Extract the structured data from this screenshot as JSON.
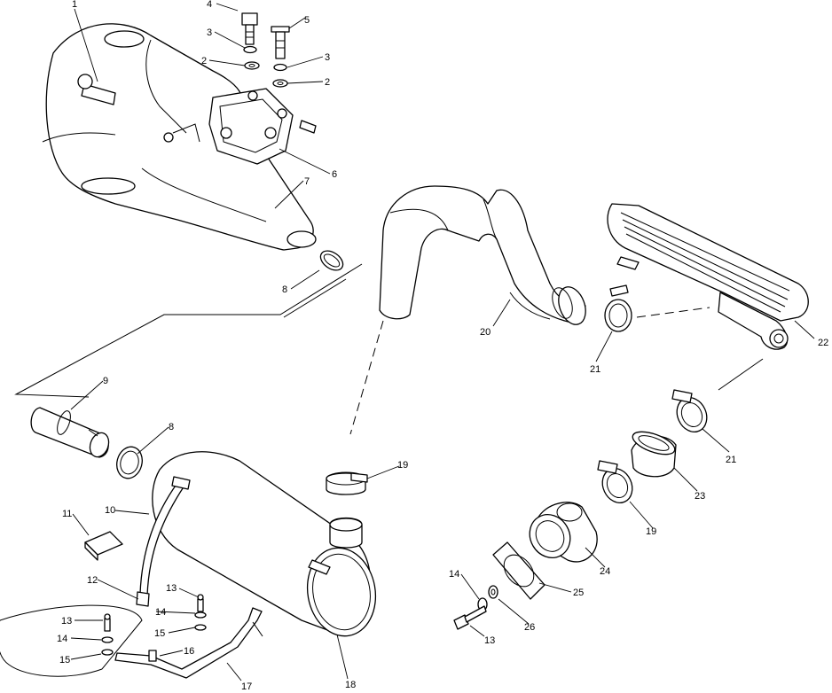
{
  "callouts": [
    {
      "id": "c1",
      "text": "1"
    },
    {
      "id": "c4",
      "text": "4"
    },
    {
      "id": "c5",
      "text": "5"
    },
    {
      "id": "c3a",
      "text": "3"
    },
    {
      "id": "c3b",
      "text": "3"
    },
    {
      "id": "c2a",
      "text": "2"
    },
    {
      "id": "c2b",
      "text": "2"
    },
    {
      "id": "c6",
      "text": "6"
    },
    {
      "id": "c7",
      "text": "7"
    },
    {
      "id": "c8a",
      "text": "8"
    },
    {
      "id": "c9",
      "text": "9"
    },
    {
      "id": "c8b",
      "text": "8"
    },
    {
      "id": "c10",
      "text": "10"
    },
    {
      "id": "c11",
      "text": "11"
    },
    {
      "id": "c12",
      "text": "12"
    },
    {
      "id": "c13a",
      "text": "13"
    },
    {
      "id": "c14a",
      "text": "14"
    },
    {
      "id": "c15a",
      "text": "15"
    },
    {
      "id": "c13b",
      "text": "13"
    },
    {
      "id": "c14b",
      "text": "14"
    },
    {
      "id": "c15b",
      "text": "15"
    },
    {
      "id": "c16",
      "text": "16"
    },
    {
      "id": "c17",
      "text": "17"
    },
    {
      "id": "c18",
      "text": "18"
    },
    {
      "id": "c19a",
      "text": "19"
    },
    {
      "id": "c20",
      "text": "20"
    },
    {
      "id": "c21a",
      "text": "21"
    },
    {
      "id": "c22",
      "text": "22"
    },
    {
      "id": "c21b",
      "text": "21"
    },
    {
      "id": "c23",
      "text": "23"
    },
    {
      "id": "c19b",
      "text": "19"
    },
    {
      "id": "c24",
      "text": "24"
    },
    {
      "id": "c25",
      "text": "25"
    },
    {
      "id": "c14c",
      "text": "14"
    },
    {
      "id": "c26",
      "text": "26"
    },
    {
      "id": "c13c",
      "text": "13"
    }
  ]
}
